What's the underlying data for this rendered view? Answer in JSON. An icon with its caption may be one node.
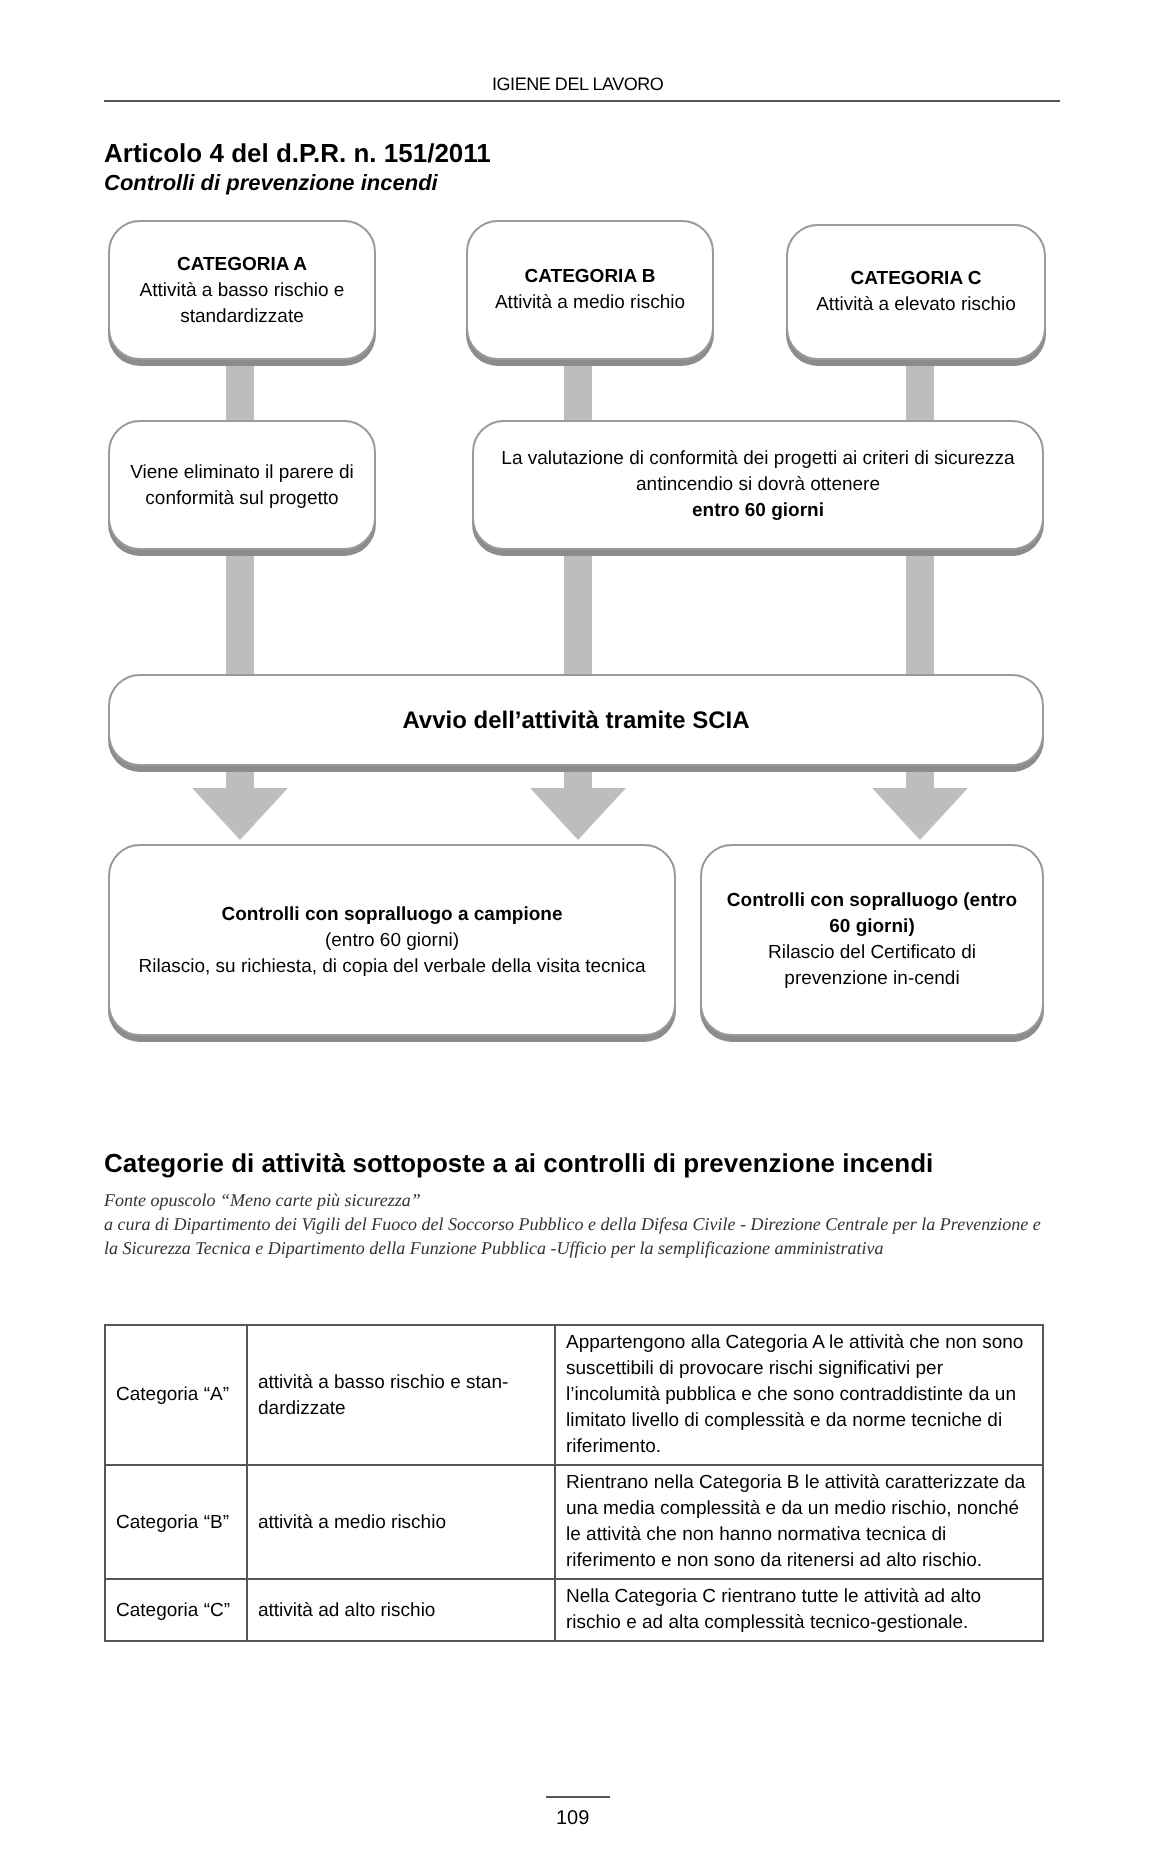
{
  "diagram": {
    "title": "Articolo 4 del d.P.R. n. 151/2011",
    "nodes": [
      {
        "text": [
          "CATEGORIA A",
          "Attività a basso rischio e standardizzate"
        ]
      },
      {
        "text": [
          "CATEGORIA B",
          "Attività a medio rischio"
        ]
      },
      {
        "text": [
          "CATEGORIA C",
          "Attività a elevato rischio"
        ]
      },
      {
        "text": [
          "Viene eliminato il parere di conformità sul progetto"
        ]
      },
      {
        "text": [
          "La valutazione di conformità dei progetti ai criteri di sicurezza antincendio si dovrà ottenere",
          "entro 60 giorni"
        ]
      },
      {
        "text": [
          "Avvio dell’attività tramite SCIA"
        ]
      },
      {
        "text": [
          "Controlli con sopralluogo a campione",
          "(entro 60 giorni)",
          "Rilascio, su richiesta, di copia del verbale della visita tecnica"
        ]
      },
      {
        "text": [
          "Controlli con sopralluogo (entro 60 giorni)",
          "Rilascio del Certificato di prevenzione in-cendi"
        ]
      }
    ],
    "edges": [
      {
        "from": 0,
        "to": 3,
        "arrow": "none"
      },
      {
        "from": 1,
        "to": 4,
        "arrow": "none"
      },
      {
        "from": 2,
        "to": 4,
        "arrow": "none"
      },
      {
        "from": 3,
        "to": 5,
        "arrow": "none"
      },
      {
        "from": 4,
        "to": 5,
        "arrow": "none"
      },
      {
        "from": 4,
        "to": 5,
        "arrow": "none"
      },
      {
        "from": 5,
        "to": 6,
        "arrow": "to"
      },
      {
        "from": 5,
        "to": 6,
        "arrow": "to"
      },
      {
        "from": 5,
        "to": 7,
        "arrow": "to"
      }
    ],
    "labels": [
      "IGIENE DEL LAVORO",
      "Controlli di prevenzione incendi",
      "Categorie di attività sottoposte a ai controlli di prevenzione incendi",
      "Fonte opuscolo “Meno carte più sicurezza”",
      "a cura di Dipartimento dei Vigili del Fuoco del Soccorso Pubblico e della Difesa Civile - Direzione Centrale per la Prevenzione e la Sicurezza Tecnica e Dipartimento della Funzione Pubblica -Ufficio per la semplificazione amministrativa",
      "Categoria “A”",
      "attività a basso rischio e stan- dardizzate",
      "Appartengono alla Categoria A le attività che non sono suscettibili di provocare rischi significativi per l’incolumità pubblica e che sono contraddistinte da un limitato livello di complessità e da norme tecniche di riferimento.",
      "Categoria “B”",
      "attività a medio rischio",
      "Rientrano nella Categoria B le attività caratterizzate da una media complessità e da un medio rischio, nonché le attività che non hanno normativa tecnica di riferimento e non sono da ritenersi ad alto rischio.",
      "Categoria “C”",
      "attività ad alto rischio",
      "Nella Categoria C rientrano tutte le attività ad alto rischio e ad alta complessità tecnico-gestionale.",
      "109"
    ]
  }
}
